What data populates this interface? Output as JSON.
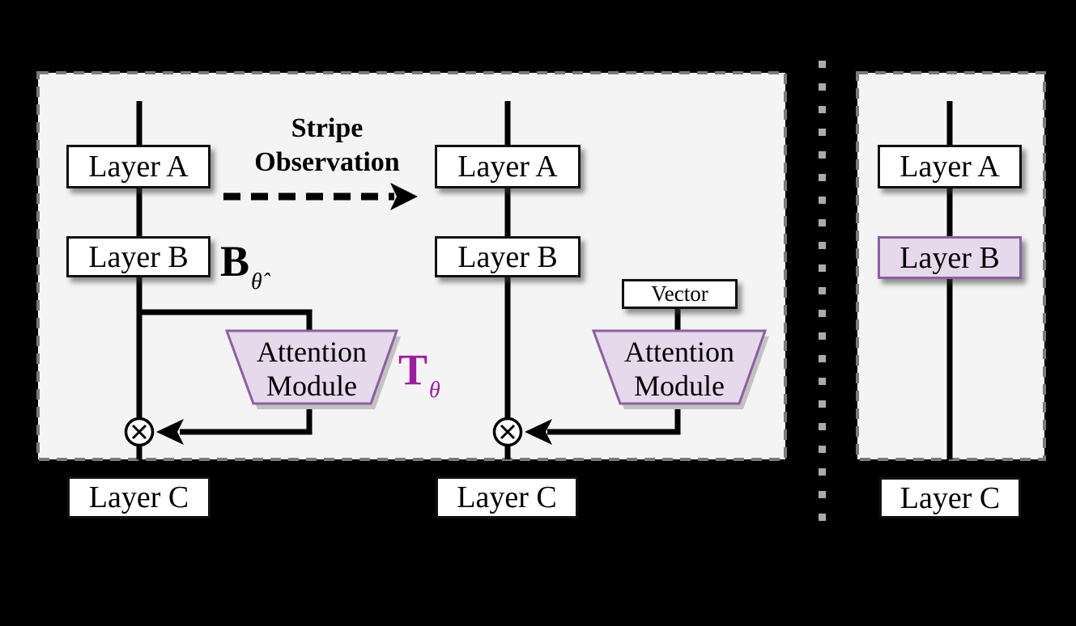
{
  "colors": {
    "background": "#000000",
    "panel_fill": "#f4f4f4",
    "panel_dashed_border": "#7a7a7a",
    "divider_dots": "#ababab",
    "box_border": "#111111",
    "lavender_fill": "#e6d9ec",
    "purple_border": "#8c5fa2",
    "magenta_label": "#9c1ea0",
    "flow_line": "#000000"
  },
  "icons": {
    "multiply_node": "⊗",
    "dashed_transfer_arrow": "→"
  },
  "left_panel": {
    "transfer_label": {
      "line1": "Stripe",
      "line2": "Observation"
    },
    "before_column": {
      "layer_a": "Layer A",
      "layer_b": "Layer B",
      "layer_c": "Layer C",
      "attention_module": {
        "line1": "Attention",
        "line2": "Module"
      },
      "matrix_label": {
        "base": "B",
        "sub": "θ̂"
      },
      "transform_label": {
        "base": "T",
        "sub": "θ"
      }
    },
    "after_column": {
      "layer_a": "Layer A",
      "layer_b": "Layer B",
      "layer_c": "Layer C",
      "vector_label": "Vector",
      "attention_module": {
        "line1": "Attention",
        "line2": "Module"
      }
    }
  },
  "right_panel": {
    "layer_a": "Layer A",
    "layer_b": "Layer B",
    "layer_c": "Layer C"
  }
}
